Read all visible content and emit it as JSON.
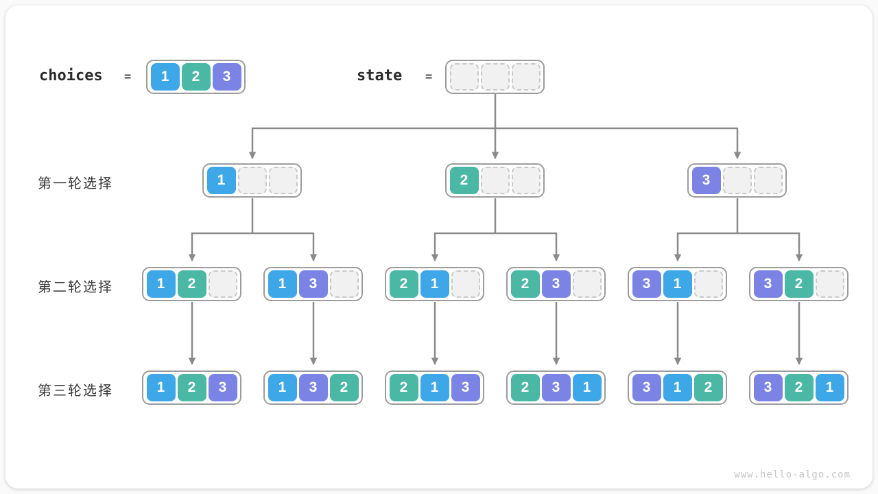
{
  "colors": {
    "1": "#3ea7e8",
    "2": "#4ab8a4",
    "3": "#7b84e4",
    "line": "#8a8a8a",
    "empty_cell": "#f1f1f1"
  },
  "header": {
    "choices_label": "choices",
    "choices_equals": "=",
    "choices_cells": [
      "1",
      "2",
      "3"
    ],
    "state_label": "state",
    "state_equals": "="
  },
  "row_labels": [
    "第一轮选择",
    "第二轮选择",
    "第三轮选择"
  ],
  "tree": {
    "level1": [
      [
        "1",
        "",
        ""
      ],
      [
        "2",
        "",
        ""
      ],
      [
        "3",
        "",
        ""
      ]
    ],
    "level2": [
      [
        "1",
        "2",
        ""
      ],
      [
        "1",
        "3",
        ""
      ],
      [
        "2",
        "1",
        ""
      ],
      [
        "2",
        "3",
        ""
      ],
      [
        "3",
        "1",
        ""
      ],
      [
        "3",
        "2",
        ""
      ]
    ],
    "level3": [
      [
        "1",
        "2",
        "3"
      ],
      [
        "1",
        "3",
        "2"
      ],
      [
        "2",
        "1",
        "3"
      ],
      [
        "2",
        "3",
        "1"
      ],
      [
        "3",
        "1",
        "2"
      ],
      [
        "3",
        "2",
        "1"
      ]
    ]
  },
  "watermark": "www.hello-algo.com"
}
